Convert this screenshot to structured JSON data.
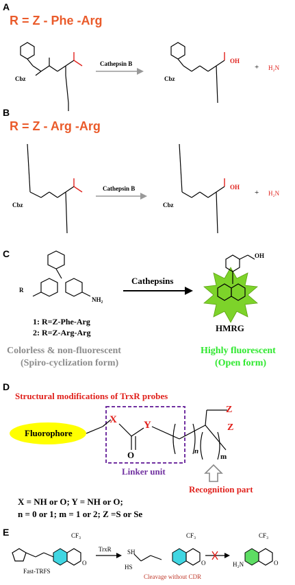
{
  "panels": {
    "A": {
      "letter": "A",
      "title": "R = Z - Phe -Arg",
      "enzyme": "Cathepsin B",
      "cbz_left": "Cbz",
      "cbz_right": "Cbz",
      "oh": "OH",
      "plus": "+",
      "amine": "H₂N"
    },
    "B": {
      "letter": "B",
      "title": "R = Z - Arg -Arg",
      "enzyme": "Cathepsin B",
      "cbz_left": "Cbz",
      "cbz_right": "Cbz",
      "oh": "OH",
      "plus": "+",
      "amine": "H₂N"
    },
    "C": {
      "letter": "C",
      "enzyme": "Cathepsins",
      "compound1": "1: R=Z-Phe-Arg",
      "compound2": "2: R=Z-Arg-Arg",
      "product": "HMRG",
      "left_caption_1": "Colorless & non-fluorescent",
      "left_caption_2": "(Spiro-cyclization form)",
      "right_caption_1": "Highly fluorescent",
      "right_caption_2": "(Open form)",
      "oh": "OH",
      "r": "R",
      "nh2": "NH₂"
    },
    "D": {
      "letter": "D",
      "title": "Structural modifications of TrxR probes",
      "fluorophore": "Fluorophore",
      "linker": "Linker unit",
      "recognition": "Recognition part",
      "x": "X",
      "y": "Y",
      "z": "Z",
      "n": "n",
      "m": "m",
      "o": "O",
      "line1": "X = NH or O; Y = NH or O;",
      "line2": "n = 0 or 1; m = 1 or 2; Z =S or Se"
    },
    "E": {
      "letter": "E",
      "probe": "Fast-TRFS",
      "enzyme": "TrxR",
      "cleavage": "Cleavage without CDR",
      "cf3": "CF₃",
      "hs": "HS",
      "sh": "SH",
      "h2n": "H₂N",
      "o": "O"
    }
  },
  "colors": {
    "orange": "#ea5b2b",
    "red": "#e0201b",
    "gray": "#8c8c8c",
    "green": "#2ee82e",
    "yellow": "#ffff00",
    "purple": "#7030a0",
    "cyan": "#00c8d8",
    "arrow_gray": "#999999"
  }
}
